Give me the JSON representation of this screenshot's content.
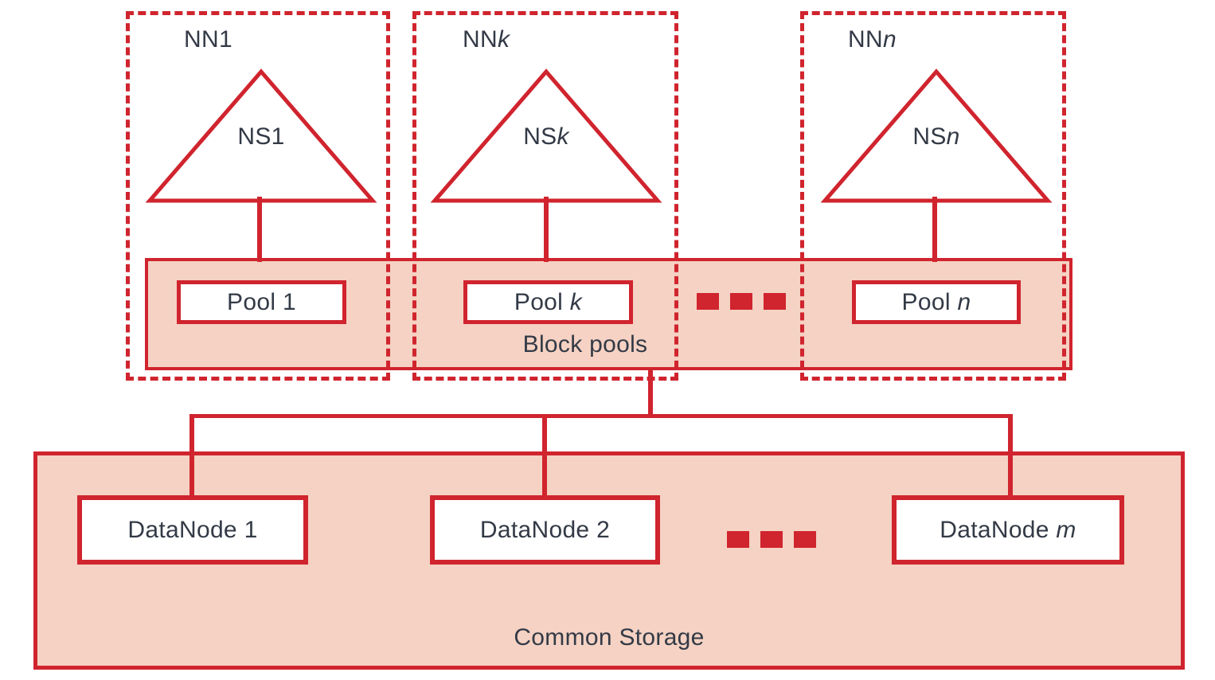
{
  "colors": {
    "accent_red": "#d0242e",
    "fill_pink": "#f5d2c3",
    "text_dark": "#333a46",
    "box_white": "#ffffff"
  },
  "namenode_groups": [
    {
      "name_prefix": "NN",
      "name_var": "1",
      "ns_prefix": "NS",
      "ns_var": "1",
      "pool_prefix": "Pool",
      "pool_var": "1"
    },
    {
      "name_prefix": "NN",
      "name_var": "k",
      "ns_prefix": "NS",
      "ns_var": "k",
      "pool_prefix": "Pool",
      "pool_var": "k"
    },
    {
      "name_prefix": "NN",
      "name_var": "n",
      "ns_prefix": "NS",
      "ns_var": "n",
      "pool_prefix": "Pool",
      "pool_var": "n"
    }
  ],
  "block_pools": {
    "label": "Block pools"
  },
  "common_storage": {
    "label": "Common Storage",
    "datanodes": [
      {
        "prefix": "DataNode",
        "var": "1"
      },
      {
        "prefix": "DataNode",
        "var": "2"
      },
      {
        "prefix": "DataNode",
        "var": "m"
      }
    ]
  },
  "icons": {
    "continuation_dots": "squares-ellipsis"
  }
}
